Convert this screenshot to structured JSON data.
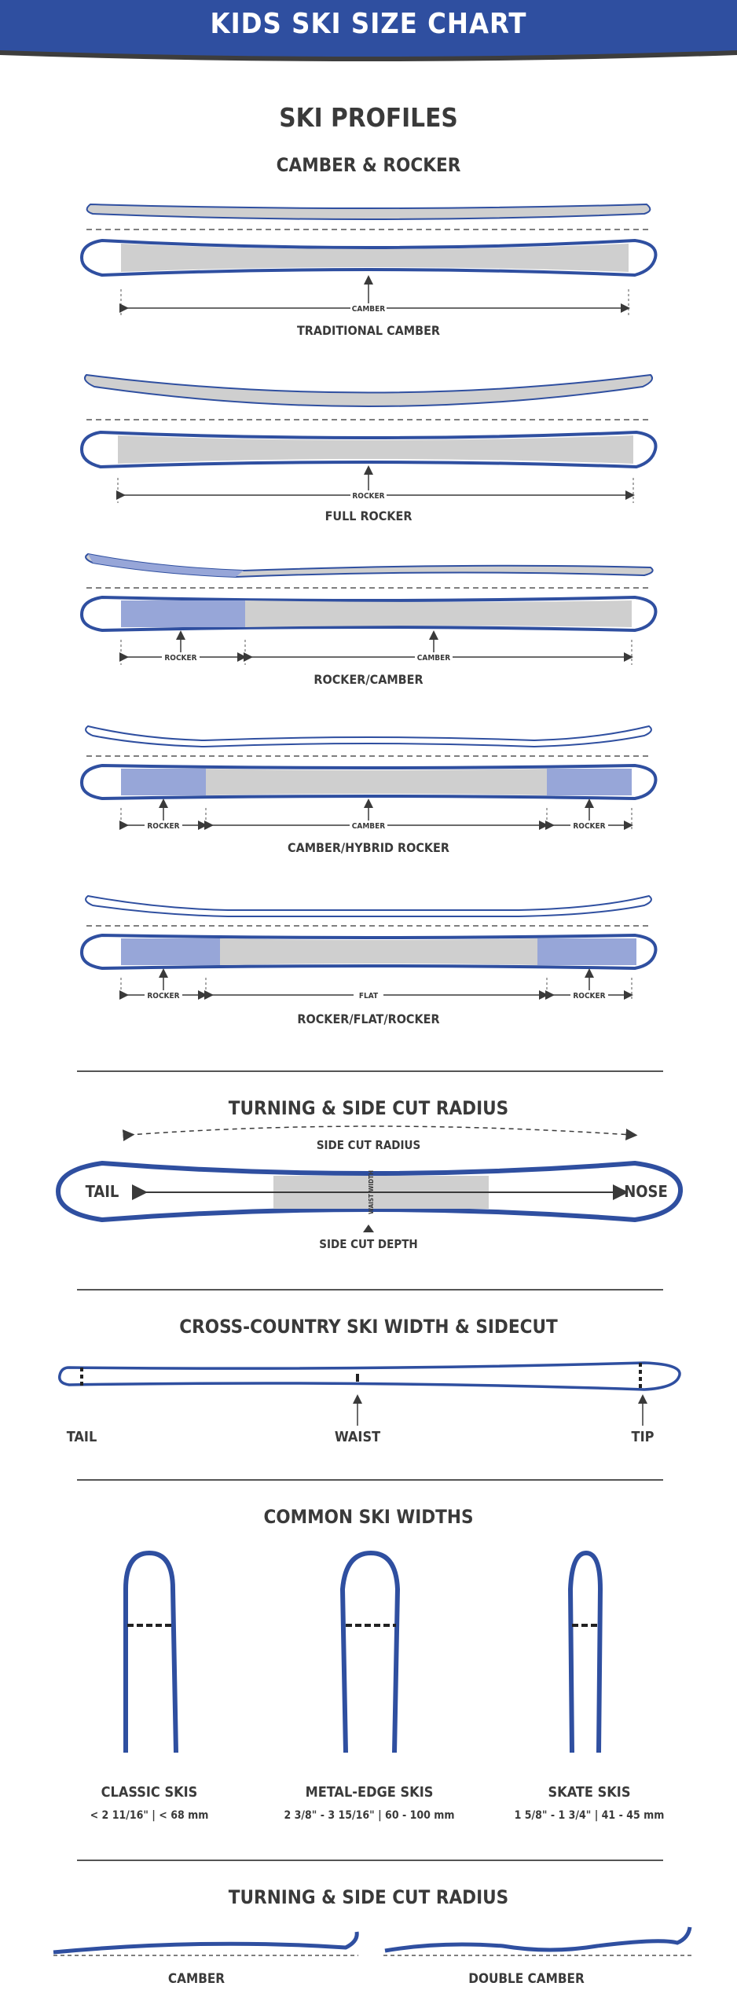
{
  "header": {
    "title": "KIDS SKI SIZE CHART"
  },
  "colors": {
    "blue": "#2f4fa0",
    "light_blue": "#97a6d8",
    "gray": "#cfcfcf",
    "text": "#3a3a3a"
  },
  "profiles": {
    "title": "SKI PROFILES",
    "subtitle": "CAMBER & ROCKER",
    "items": [
      {
        "name": "TRADITIONAL CAMBER",
        "tags": [
          "CAMBER"
        ]
      },
      {
        "name": "FULL ROCKER",
        "tags": [
          "ROCKER"
        ]
      },
      {
        "name": "ROCKER/CAMBER",
        "tags": [
          "ROCKER",
          "CAMBER"
        ]
      },
      {
        "name": "CAMBER/HYBRID ROCKER",
        "tags": [
          "ROCKER",
          "CAMBER",
          "ROCKER"
        ]
      },
      {
        "name": "ROCKER/FLAT/ROCKER",
        "tags": [
          "ROCKER",
          "FLAT",
          "ROCKER"
        ]
      }
    ]
  },
  "turning": {
    "title": "TURNING & SIDE CUT RADIUS",
    "radius_label": "SIDE CUT RADIUS",
    "tail": "TAIL",
    "nose": "NOSE",
    "waist_width": "WAIST WIDTH",
    "depth_label": "SIDE CUT DEPTH"
  },
  "xc": {
    "title": "CROSS-COUNTRY SKI WIDTH & SIDECUT",
    "tail": "TAIL",
    "waist": "WAIST",
    "tip": "TIP"
  },
  "widths": {
    "title": "COMMON SKI WIDTHS",
    "items": [
      {
        "name": "CLASSIC SKIS",
        "range": "< 2 11/16\"  |  < 68 mm"
      },
      {
        "name": "METAL-EDGE SKIS",
        "range": "2 3/8\" - 3 15/16\"  |  60 - 100 mm"
      },
      {
        "name": "SKATE SKIS",
        "range": "1 5/8\" - 1 3/4\"  |  41 - 45 mm"
      }
    ]
  },
  "turning2": {
    "title": "TURNING & SIDE CUT RADIUS",
    "left": "CAMBER",
    "right": "DOUBLE CAMBER"
  }
}
